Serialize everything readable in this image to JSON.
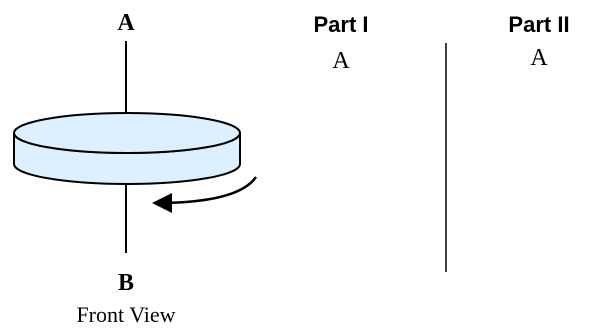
{
  "front_view": {
    "top_label": "A",
    "bottom_label": "B",
    "caption": "Front View",
    "disk_fill": "#dcf0ff",
    "stroke": "#000000"
  },
  "part_one": {
    "title": "Part I",
    "label": "A"
  },
  "part_two": {
    "title": "Part II",
    "label": "A"
  }
}
